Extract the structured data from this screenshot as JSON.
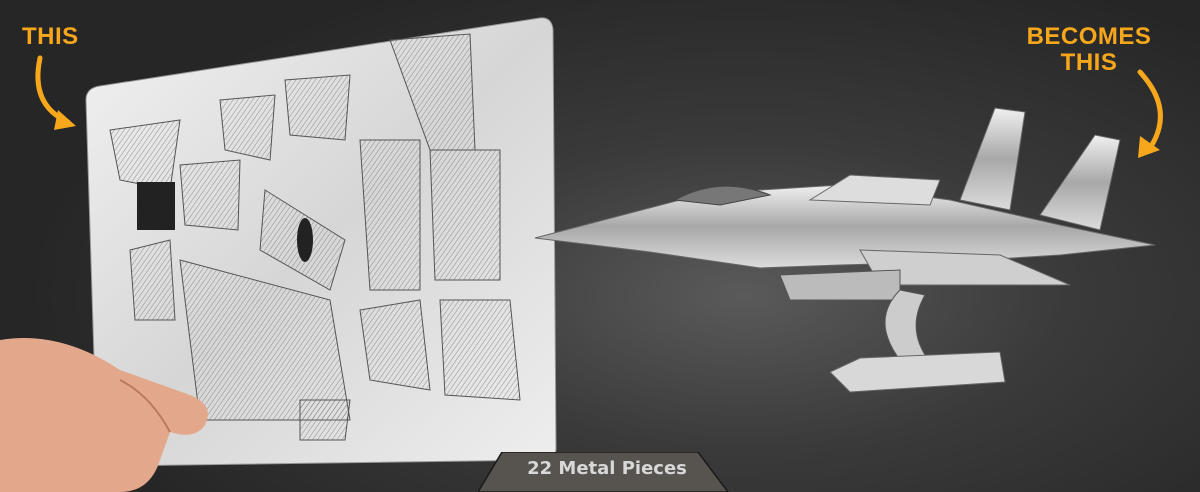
{
  "headline_left": "THIS",
  "headline_right_line1": "BECOMES",
  "headline_right_line2": "THIS",
  "banner": "22 Metal Pieces",
  "colors": {
    "accent": "#f7a71b",
    "banner_bg": "#57534e",
    "background": "#2e2e2e"
  }
}
